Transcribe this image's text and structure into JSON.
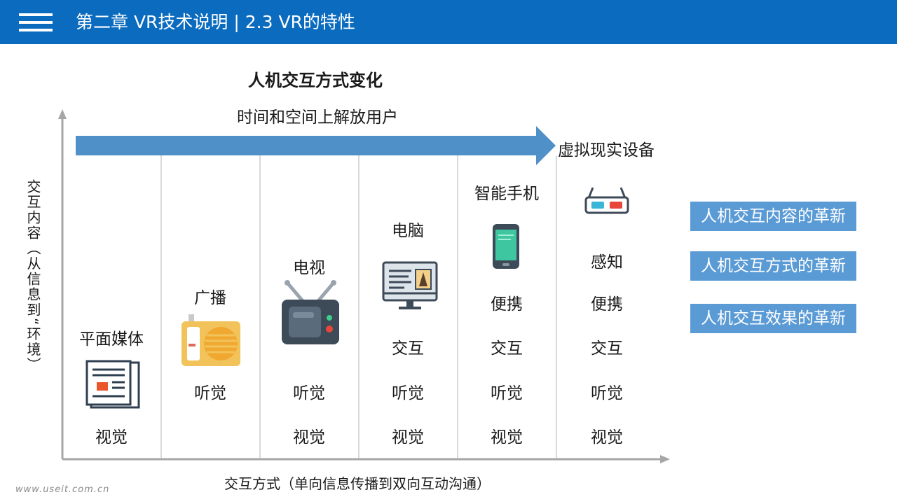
{
  "header": {
    "title": "第二章 VR技术说明 | 2.3 VR的特性"
  },
  "diagram": {
    "title": "人机交互方式变化",
    "subtitle": "时间和空间上解放用户",
    "arrow_label": "虚拟现实设备",
    "y_axis_label": "交互内容（从信息到“环境）",
    "x_axis_label": "交互方式（单向信息传播到双向互动沟通）",
    "columns": [
      {
        "label": "平面媒体",
        "icon": "newspaper-icon",
        "features": [
          "视觉"
        ]
      },
      {
        "label": "广播",
        "icon": "radio-icon",
        "features": [
          "听觉"
        ]
      },
      {
        "label": "电视",
        "icon": "tv-icon",
        "features": [
          "听觉",
          "视觉"
        ]
      },
      {
        "label": "电脑",
        "icon": "computer-icon",
        "features": [
          "交互",
          "听觉",
          "视觉"
        ]
      },
      {
        "label": "智能手机",
        "icon": "smartphone-icon",
        "features": [
          "便携",
          "交互",
          "听觉",
          "视觉"
        ]
      },
      {
        "label": "感知",
        "icon": "3d-glasses-icon",
        "features": [
          "便携",
          "交互",
          "听觉",
          "视觉"
        ]
      }
    ]
  },
  "badges": [
    "人机交互内容的革新",
    "人机交互方式的革新",
    "人机交互效果的革新"
  ],
  "watermark": "www.useit.com.cn",
  "colors": {
    "header": "#0a6bbf",
    "arrow": "#4f90c8",
    "badge": "#5b9bd5",
    "axis": "#a6a6a6"
  }
}
